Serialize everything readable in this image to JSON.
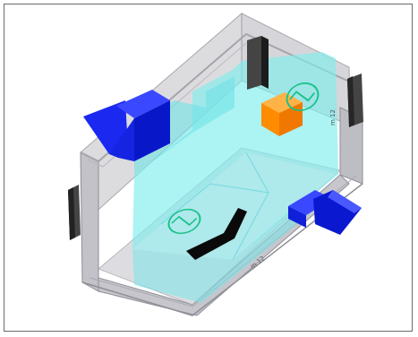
{
  "labels": {
    "side_wall_label": "m 12",
    "floor_label": "m 12"
  },
  "colors": {
    "enclosure": "#c8c8cc",
    "enclosure_edge": "#9a9aa2",
    "water": "#8ff0f0",
    "arrow": "#0a1ee6",
    "cube": "#ff9900",
    "vent": "#333333",
    "symbol": "#17c28a"
  },
  "icons": [
    "arrow-left-icon",
    "arrow-right-icon",
    "heat-exchanger-symbol",
    "heat-exchanger-symbol"
  ]
}
